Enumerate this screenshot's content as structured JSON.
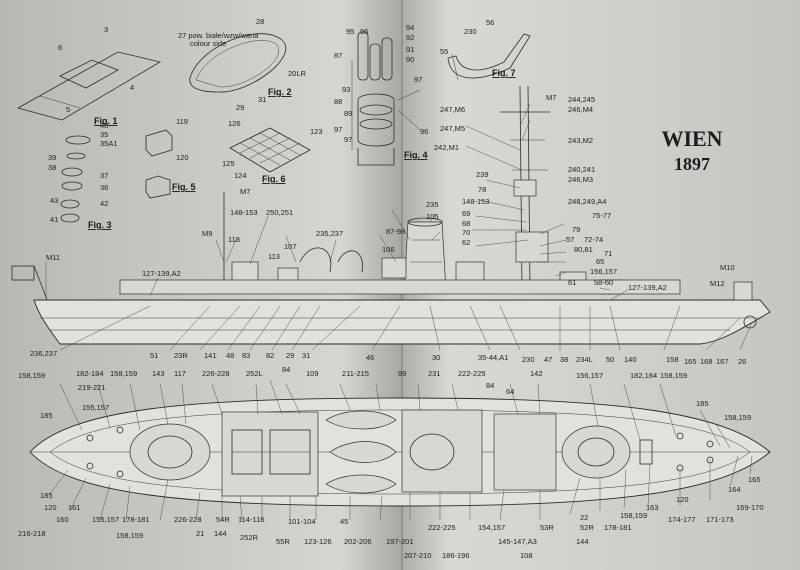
{
  "title": {
    "name": "WIEN",
    "year": "1897"
  },
  "figures": [
    {
      "id": "fig1",
      "label": "Fig. 1",
      "parts": [
        "3",
        "6",
        "5",
        "4"
      ]
    },
    {
      "id": "fig2",
      "label": "Fig. 2",
      "parts": [
        "28",
        "20LR",
        "29",
        "31"
      ],
      "note_line1": "27 pow. białe/wzw/wana",
      "note_line2": "colour side"
    },
    {
      "id": "fig3",
      "label": "Fig. 3",
      "parts": [
        "40",
        "35",
        "35A1",
        "39",
        "38",
        "37",
        "36",
        "43",
        "42",
        "41"
      ]
    },
    {
      "id": "fig4",
      "label": "Fig. 4",
      "parts": [
        "95",
        "96",
        "94",
        "93",
        "92",
        "91",
        "90",
        "87",
        "88",
        "89",
        "97",
        "96",
        "97",
        "97"
      ]
    },
    {
      "id": "fig5",
      "label": "Fig. 5",
      "parts": [
        "119",
        "120"
      ]
    },
    {
      "id": "fig6",
      "label": "Fig. 6",
      "parts": [
        "126",
        "123",
        "125",
        "124"
      ]
    },
    {
      "id": "fig7",
      "label": "Fig. 7",
      "parts": [
        "56",
        "230",
        "55"
      ]
    }
  ],
  "side_view_labels": {
    "top": [
      "M7",
      "244,245",
      "246,M4",
      "247,M6",
      "247,M5",
      "243,M2",
      "242,M1",
      "240,241",
      "246,M3",
      "239",
      "78",
      "148-153",
      "248,249,A4",
      "235",
      "75-77",
      "105",
      "69",
      "79",
      "68",
      "72-74",
      "70",
      "57",
      "80,81",
      "62",
      "71",
      "65",
      "156,157",
      "58-60",
      "61",
      "127-139,A2",
      "M10",
      "M12",
      "M7",
      "148-153",
      "250,251",
      "M9",
      "118",
      "235,237",
      "87-98",
      "107",
      "106",
      "113",
      "127-139,A2",
      "M11"
    ],
    "bottom": [
      "236,237",
      "51",
      "23R",
      "141",
      "48",
      "83",
      "82",
      "29",
      "31",
      "46",
      "30",
      "35-44,A1",
      "230",
      "47",
      "38",
      "234L",
      "50",
      "140",
      "158",
      "165",
      "168",
      "167",
      "26"
    ]
  },
  "plan_view_labels": {
    "top": [
      "158,159",
      "182-184",
      "158,159",
      "143",
      "117",
      "226-228",
      "252L",
      "84",
      "109",
      "211-215",
      "99",
      "231",
      "222-225",
      "142",
      "156,157",
      "182,184",
      "158,159",
      "219-221",
      "155,157",
      "84",
      "64",
      "185",
      "185",
      "158,159"
    ],
    "bottom": [
      "185",
      "120",
      "161",
      "160",
      "155,157",
      "178-181",
      "216-218",
      "158,159",
      "226-228",
      "54R",
      "114-116",
      "21",
      "144",
      "252R",
      "55R",
      "101-104",
      "123-126",
      "45",
      "202-206",
      "197-201",
      "207-210",
      "222-225",
      "186-196",
      "154,157",
      "145-147,A3",
      "53R",
      "22",
      "52R",
      "144",
      "108",
      "178-181",
      "158,159",
      "163",
      "120",
      "174-177",
      "171-173",
      "169-170",
      "164",
      "165"
    ]
  }
}
